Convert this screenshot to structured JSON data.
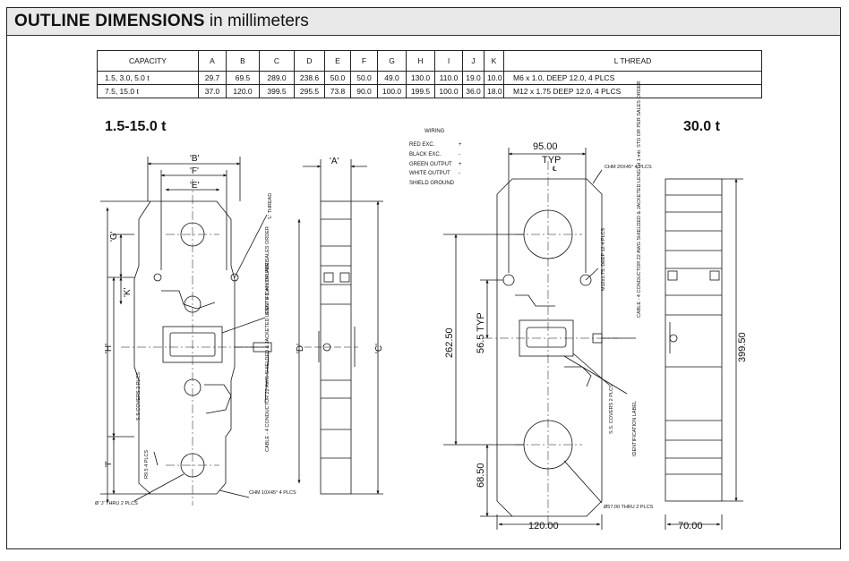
{
  "header": {
    "title_bold": "OUTLINE DIMENSIONS",
    "title_rest": "in millimeters"
  },
  "table": {
    "columns": [
      "CAPACITY",
      "A",
      "B",
      "C",
      "D",
      "E",
      "F",
      "G",
      "H",
      "I",
      "J",
      "K",
      "L THREAD"
    ],
    "rows": [
      [
        "1.5, 3.0, 5.0 t",
        "29.7",
        "69.5",
        "289.0",
        "238.6",
        "50.0",
        "50.0",
        "49.0",
        "130.0",
        "110.0",
        "19.0",
        "10.0",
        "M6 x 1.0, DEEP 12.0, 4 PLCS"
      ],
      [
        "7.5, 15.0 t",
        "37.0",
        "120.0",
        "399.5",
        "295.5",
        "73.8",
        "90.0",
        "100.0",
        "199.5",
        "100.0",
        "36.0",
        "18.0",
        "M12 x 1.75 DEEP 12.0, 4 PLCS"
      ]
    ]
  },
  "left": {
    "label": "1.5-15.0 t",
    "dims": {
      "B": "'B'",
      "F": "'F'",
      "E": "'E'",
      "A": "'A'",
      "G": "'G'",
      "K": "'K'",
      "H": "'H'",
      "I": "'I'",
      "D": "'D'",
      "C": "'C'"
    },
    "notes": {
      "l_thread": "'L' THREAD",
      "identification_label": "IDENTIFICATION LABEL",
      "ss_covers": "S.S.COVERS 2 PLCS",
      "cable": "CABLE - 4 CONDUCTOR 22 AWG SHIELDED & JACKETED LENGTH 1 mtr. OR PER SALES ORDER",
      "r95": "R9.5 4 PLCS",
      "thru": "Ø 'J' THRU 2 PLCS",
      "chm": "CHM 10X45° 4 PLCS"
    }
  },
  "wiring": {
    "title": "WIRING",
    "items": [
      {
        "name": "RED EXC.",
        "sign": "+"
      },
      {
        "name": "BLACK EXC.",
        "sign": "-"
      },
      {
        "name": "GREEN OUTPUT",
        "sign": "+"
      },
      {
        "name": "WHITE OUTPUT",
        "sign": "-"
      },
      {
        "name": "SHIELD GROUND",
        "sign": ""
      }
    ]
  },
  "right": {
    "label": "30.0 t",
    "dims": {
      "w95": "95.00",
      "typ": "TYP",
      "cl": "℄",
      "h262": "262.50",
      "h565": "56.5 TYP",
      "h685": "68.50",
      "w120": "120.00",
      "w70": "70.00",
      "h3995": "399.50"
    },
    "notes": {
      "chm": "CHM 20X45° 4 PLCS",
      "m12": "M12x1.75, DEEP 12 4 PLCS",
      "cable": "CABLE - 4 CONDUCTOR 22 AWG SHIELDED & JACKETED LENGTH 1 mtr. STD OR PER SALES ORDER",
      "ss_covers": "S.S. COVERS 2 PLCS",
      "identification_label": "IDENTIFICATION LABEL",
      "thru": "Ø57.00 THRU 2 PLCS"
    }
  }
}
